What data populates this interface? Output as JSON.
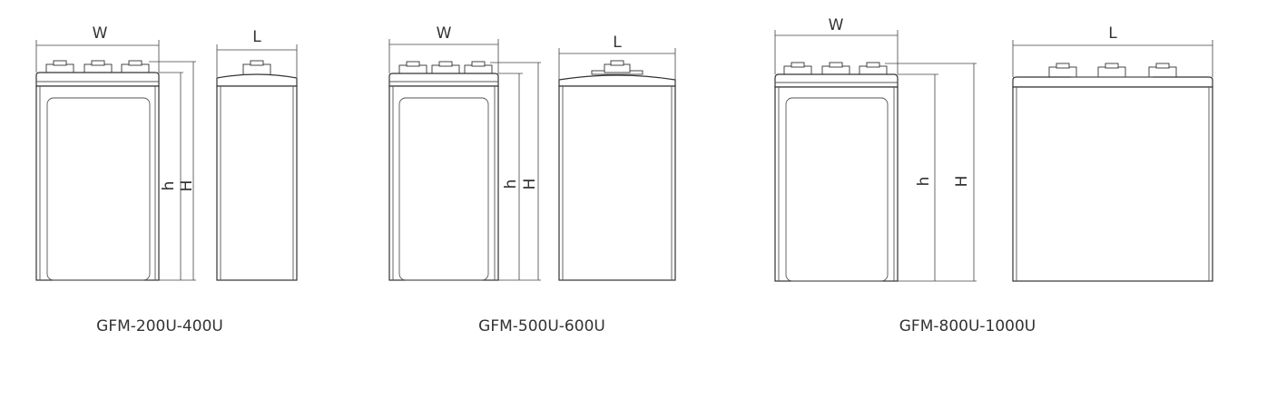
{
  "labels": {
    "width": "W",
    "length": "L",
    "height_h": "h",
    "height_H": "H"
  },
  "models": [
    {
      "name": "GFM-200U-400U"
    },
    {
      "name": "GFM-500U-600U"
    },
    {
      "name": "GFM-800U-1000U"
    }
  ],
  "colors": {
    "line": "#333333",
    "background": "#ffffff"
  }
}
